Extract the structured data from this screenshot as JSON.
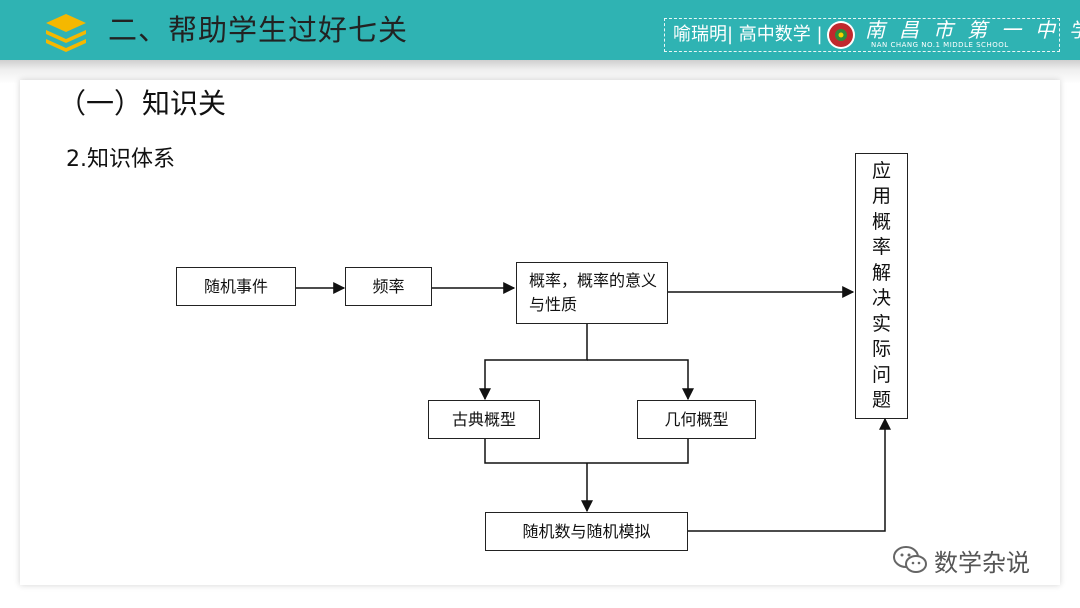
{
  "header": {
    "title": "二、帮助学生过好七关",
    "info": "喻瑞明| 高中数学 |",
    "school_name": "南昌市第一中学",
    "school_sub": "NAN CHANG NO.1 MIDDLE SCHOOL",
    "bar_color": "#2fb3b3"
  },
  "content": {
    "section_title": "（一）知识关",
    "sub_title": "2.知识体系"
  },
  "diagram": {
    "nodes": {
      "random_event": "随机事件",
      "frequency": "频率",
      "probability": "概率，概率的意义与性质",
      "classical": "古典概型",
      "geometric": "几何概型",
      "simulation": "随机数与随机模拟",
      "application": "应用概率解决实际问题"
    }
  },
  "watermark": {
    "text": "数学杂说",
    "icon": "wechat-icon"
  }
}
